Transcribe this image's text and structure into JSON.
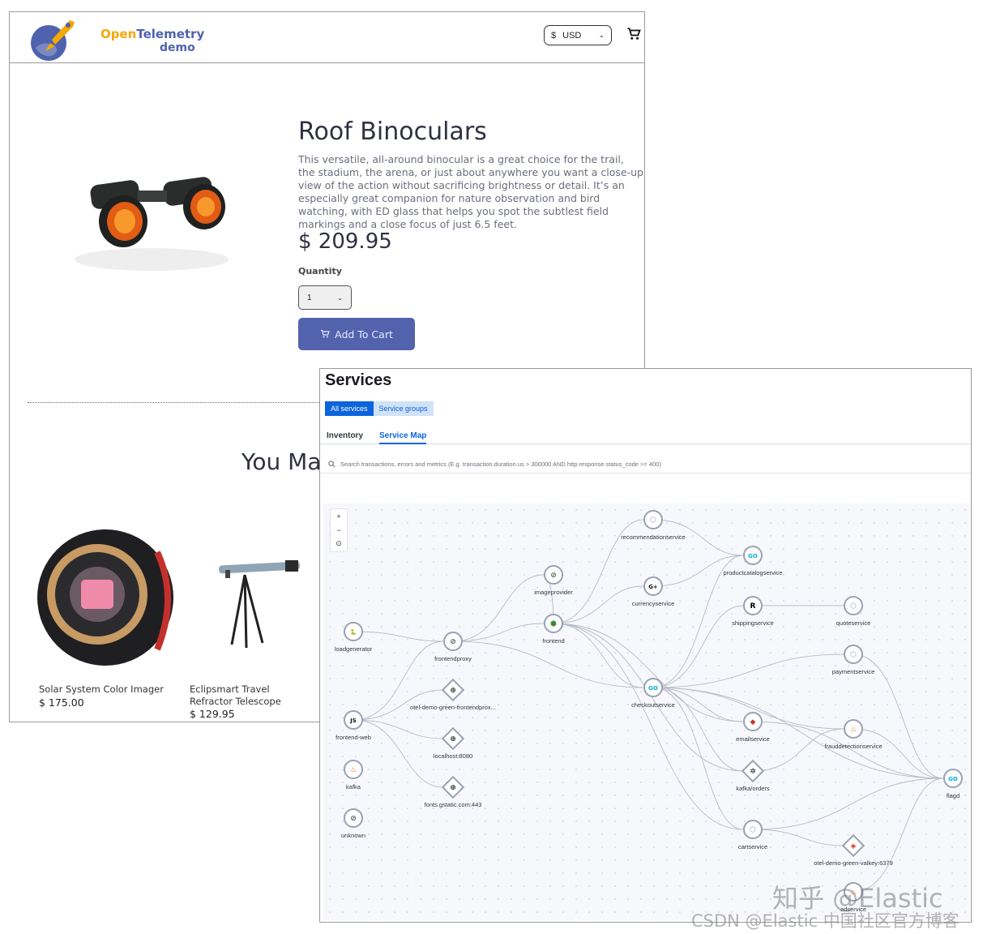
{
  "shop": {
    "logo": {
      "brand_prefix": "Open",
      "brand_suffix": "Telemetry",
      "sub": "demo"
    },
    "currency": {
      "symbol": "$",
      "code": "USD"
    },
    "product": {
      "title": "Roof Binoculars",
      "description": "This versatile, all-around binocular is a great choice for the trail, the stadium, the arena, or just about anywhere you want a close-up view of the action without sacrificing brightness or detail. It’s an especially great companion for nature observation and bird watching, with ED glass that helps you spot the subtlest field markings and a close focus of just 6.5 feet.",
      "price": "$ 209.95",
      "quantity_label": "Quantity",
      "quantity_value": "1",
      "add_to_cart": "Add To Cart"
    },
    "recommend_heading": "You May",
    "recommendations": [
      {
        "name": "Solar System Color Imager",
        "price": "$ 175.00"
      },
      {
        "name": "Eclipsmart Travel Refractor Telescope",
        "price": "$ 129.95"
      }
    ]
  },
  "services": {
    "title": "Services",
    "group_tabs": [
      "All services",
      "Service groups"
    ],
    "sub_tabs": [
      "Inventory",
      "Service Map"
    ],
    "search_placeholder": "Search transactions, errors and metrics (E.g. transaction.duration.us > 300000 AND http.response.status_code >= 400)",
    "zoom_controls": [
      "+",
      "−",
      "⊙"
    ],
    "nodes": [
      {
        "label": "recommendationservice",
        "icon": "hexagon-icon",
        "glyph": "⬡"
      },
      {
        "label": "productcatalogservice",
        "icon": "go-icon",
        "glyph": "GO"
      },
      {
        "label": "imageprovider",
        "icon": "compass-icon",
        "glyph": "⊘"
      },
      {
        "label": "currencyservice",
        "icon": "cpp-icon",
        "glyph": "G+"
      },
      {
        "label": "shippingservice",
        "icon": "rust-icon",
        "glyph": "R"
      },
      {
        "label": "quoteservice",
        "icon": "hexagon-icon",
        "glyph": "⬡"
      },
      {
        "label": "loadgenerator",
        "icon": "python-icon",
        "glyph": "🐍"
      },
      {
        "label": "frontendproxy",
        "icon": "compass-icon",
        "glyph": "⊘"
      },
      {
        "label": "frontend",
        "icon": "nodejs-icon",
        "glyph": "⬢"
      },
      {
        "label": "paymentservice",
        "icon": "hexagon-icon",
        "glyph": "⬡"
      },
      {
        "label": "otel-demo-green-frontendprox...",
        "icon": "globe-icon",
        "glyph": "⊕"
      },
      {
        "label": "checkoutservice",
        "icon": "go-icon",
        "glyph": "GO"
      },
      {
        "label": "frontend-web",
        "icon": "js-icon",
        "glyph": "JS"
      },
      {
        "label": "emailservice",
        "icon": "ruby-icon",
        "glyph": "◆"
      },
      {
        "label": "frauddetectionservice",
        "icon": "java-icon",
        "glyph": "♨"
      },
      {
        "label": "localhost:8080",
        "icon": "globe-icon",
        "glyph": "⊕"
      },
      {
        "label": "kafka",
        "icon": "java-icon",
        "glyph": "♨"
      },
      {
        "label": "kafka/orders",
        "icon": "kafka-icon",
        "glyph": "✲"
      },
      {
        "label": "flagd",
        "icon": "go-icon",
        "glyph": "GO"
      },
      {
        "label": "fonts.gstatic.com:443",
        "icon": "globe-icon",
        "glyph": "⊕"
      },
      {
        "label": "unknown",
        "icon": "compass-icon",
        "glyph": "⊘"
      },
      {
        "label": "cartservice",
        "icon": "hexagon-icon",
        "glyph": "⬡"
      },
      {
        "label": "otel-demo-green-valkey:6379",
        "icon": "redis-icon",
        "glyph": "◈"
      },
      {
        "label": "adservice",
        "icon": "java-icon",
        "glyph": "♨"
      }
    ]
  },
  "watermarks": [
    "知乎 @Elastic",
    "CSDN @Elastic 中国社区官方博客"
  ]
}
